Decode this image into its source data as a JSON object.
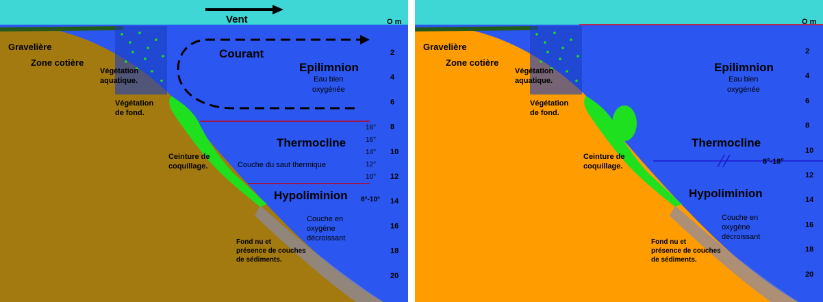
{
  "colors": {
    "sky": "#3fd6d6",
    "water": "#2b57f0",
    "ground_left": "#a37a10",
    "ground_right": "#ff9c00",
    "vegetation": "#1fe01f",
    "thermo_line": "#c0001a",
    "thermo_line_right": "#1a1ad0",
    "temp_label_right": "#e00020",
    "sediment": "#8a8aa8"
  },
  "left": {
    "wind": "Vent",
    "depth_unit": "O m",
    "depths": [
      "2",
      "4",
      "6",
      "8",
      "10",
      "12",
      "14",
      "16",
      "18",
      "20"
    ],
    "graviere": "Gravelière",
    "zone_cotiere": "Zone cotière",
    "veg_aquatique_1": "Végétation",
    "veg_aquatique_2": "aquatique.",
    "veg_fond_1": "Végétation",
    "veg_fond_2": "de fond.",
    "courant": "Courant",
    "epilimnion": "Epilimnion",
    "eau_bien": "Eau bien",
    "oxygenee": "oxygénée",
    "thermocline": "Thermocline",
    "saut_thermique": "Couche du saut thermique",
    "temps": [
      "18°",
      "16°",
      "14°",
      "12°",
      "10°"
    ],
    "temp_hypo": "8°-10°",
    "ceinture_1": "Ceinture de",
    "ceinture_2": "coquillage.",
    "hypolimnion": "Hypoliminion",
    "couche_en": "Couche en",
    "oxygene": "oxygène",
    "decroissant": "décroissant",
    "fond_nu_1": "Fond nu et",
    "fond_nu_2": "présence de couches",
    "fond_nu_3": "de sédiments."
  },
  "right": {
    "depth_unit": "O m",
    "depths": [
      "2",
      "4",
      "6",
      "8",
      "10",
      "12",
      "14",
      "16",
      "18",
      "20"
    ],
    "graviere": "Gravelière",
    "zone_cotiere": "Zone cotière",
    "veg_aquatique_1": "Végétation",
    "veg_aquatique_2": "aquatique.",
    "veg_fond_1": "Végétation",
    "veg_fond_2": "de fond.",
    "epilimnion": "Epilimnion",
    "eau_bien": "Eau bien",
    "oxygenee": "oxygénée",
    "thermocline": "Thermocline",
    "temp_thermo": "8°-18°",
    "ceinture_1": "Ceinture de",
    "ceinture_2": "coquillage.",
    "hypolimnion": "Hypoliminion",
    "couche_en": "Couche en",
    "oxygene": "oxygène",
    "decroissant": "décroissant",
    "fond_nu_1": "Fond nu et",
    "fond_nu_2": "présence de couches",
    "fond_nu_3": "de sédiments."
  }
}
